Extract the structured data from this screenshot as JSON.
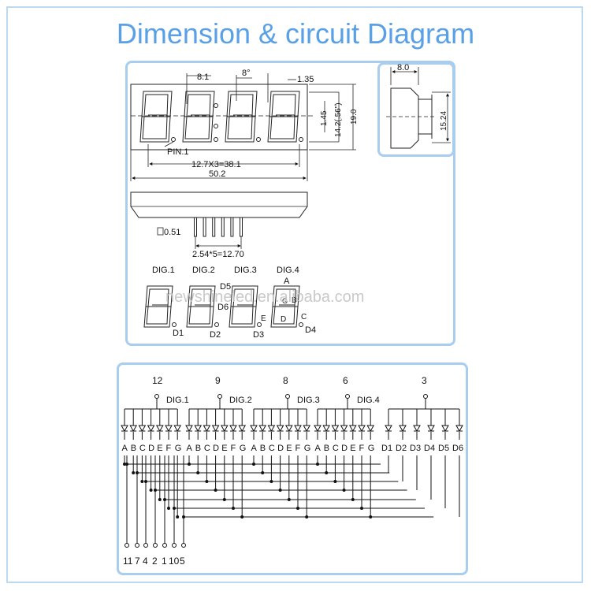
{
  "title": "Dimension & circuit Diagram",
  "watermark": "newshineled.en.alibaba.com",
  "colors": {
    "accent": "#5aa0e6",
    "panel_border": "#a8cdee",
    "frame": "#bcd9f2",
    "line": "#111111"
  },
  "dimensions": {
    "top": [
      "8.1",
      "8°",
      "1.35"
    ],
    "right_vertical": [
      "1.45",
      "14.2(.56\")",
      "19.0"
    ],
    "pin1": "PIN.1",
    "pitch": "12.7X3=38.1",
    "overall": "50.2",
    "side_width": "8.0",
    "side_height": "15.24",
    "pin_size": "0.51",
    "pin_pitch": "2.54*5=12.70"
  },
  "segments_view": {
    "digits": [
      "DIG.1",
      "DIG.2",
      "DIG.3",
      "DIG.4"
    ],
    "segment_labels": [
      "A",
      "B",
      "C",
      "D",
      "E",
      "G"
    ],
    "dots": [
      "D1",
      "D2",
      "D3",
      "D4",
      "D5",
      "D6"
    ]
  },
  "circuit": {
    "top_pins": [
      "12",
      "9",
      "8",
      "6",
      "3"
    ],
    "digits": [
      "DIG.1",
      "DIG.2",
      "DIG.3",
      "DIG.4"
    ],
    "segments": [
      "A",
      "B",
      "C",
      "D",
      "E",
      "F",
      "G"
    ],
    "extras": [
      "D1",
      "D2",
      "D3",
      "D4",
      "D5",
      "D6"
    ],
    "bottom_pins": [
      "11",
      "7",
      "4",
      "2",
      "1",
      "10",
      "5"
    ]
  }
}
